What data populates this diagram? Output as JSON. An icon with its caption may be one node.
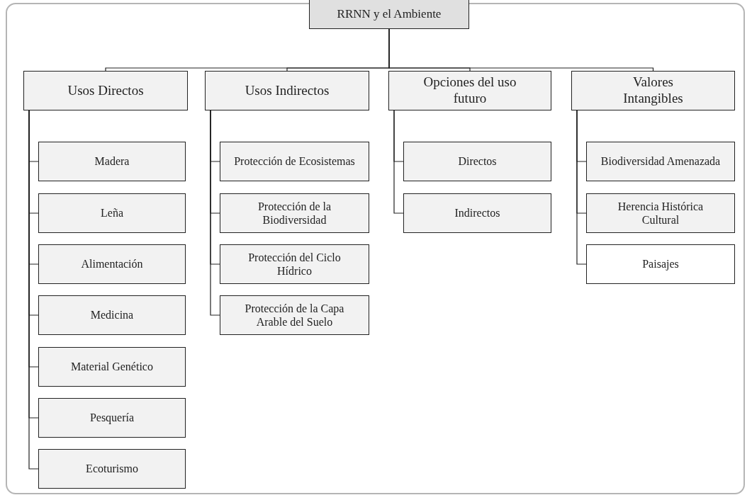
{
  "diagram": {
    "nodes": [
      {
        "text": [
          "RRNN y el Ambiente"
        ]
      },
      {
        "text": [
          "Usos Directos"
        ]
      },
      {
        "text": [
          "Madera"
        ]
      },
      {
        "text": [
          "Leña"
        ]
      },
      {
        "text": [
          "Alimentación"
        ]
      },
      {
        "text": [
          "Medicina"
        ]
      },
      {
        "text": [
          "Material Genético"
        ]
      },
      {
        "text": [
          "Pesquería"
        ]
      },
      {
        "text": [
          "Ecoturismo"
        ]
      },
      {
        "text": [
          "Usos Indirectos"
        ]
      },
      {
        "text": [
          "Protección de Ecosistemas"
        ]
      },
      {
        "text": [
          "Protección de la Biodiversidad"
        ]
      },
      {
        "text": [
          "Protección del Ciclo Hídrico"
        ]
      },
      {
        "text": [
          "Protección de la Capa Arable del Suelo"
        ]
      },
      {
        "text": [
          "Opciones del uso futuro"
        ]
      },
      {
        "text": [
          "Directos"
        ]
      },
      {
        "text": [
          "Indirectos"
        ]
      },
      {
        "text": [
          "Valores Intangibles"
        ]
      },
      {
        "text": [
          "Biodiversidad Amenazada"
        ]
      },
      {
        "text": [
          "Herencia Histórica Cultural"
        ]
      },
      {
        "text": [
          "Paisajes"
        ]
      }
    ],
    "edges": [
      {
        "from": 0,
        "to": 1,
        "arrow": "none"
      },
      {
        "from": 0,
        "to": 9,
        "arrow": "none"
      },
      {
        "from": 0,
        "to": 14,
        "arrow": "none"
      },
      {
        "from": 0,
        "to": 17,
        "arrow": "none"
      },
      {
        "from": 1,
        "to": 2,
        "arrow": "none"
      },
      {
        "from": 1,
        "to": 3,
        "arrow": "none"
      },
      {
        "from": 1,
        "to": 4,
        "arrow": "none"
      },
      {
        "from": 1,
        "to": 5,
        "arrow": "none"
      },
      {
        "from": 1,
        "to": 6,
        "arrow": "none"
      },
      {
        "from": 1,
        "to": 7,
        "arrow": "none"
      },
      {
        "from": 1,
        "to": 8,
        "arrow": "none"
      },
      {
        "from": 9,
        "to": 10,
        "arrow": "none"
      },
      {
        "from": 9,
        "to": 11,
        "arrow": "none"
      },
      {
        "from": 9,
        "to": 12,
        "arrow": "none"
      },
      {
        "from": 9,
        "to": 13,
        "arrow": "none"
      },
      {
        "from": 14,
        "to": 15,
        "arrow": "none"
      },
      {
        "from": 14,
        "to": 16,
        "arrow": "none"
      },
      {
        "from": 17,
        "to": 18,
        "arrow": "none"
      },
      {
        "from": 17,
        "to": 19,
        "arrow": "none"
      },
      {
        "from": 17,
        "to": 20,
        "arrow": "none"
      }
    ]
  }
}
